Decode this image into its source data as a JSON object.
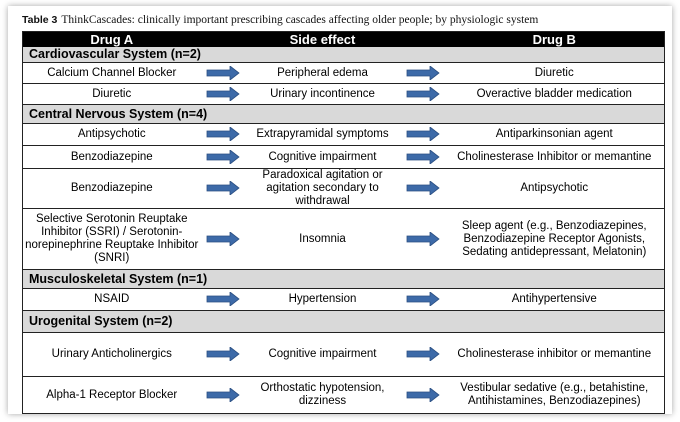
{
  "caption": {
    "label": "Table 3",
    "text": "ThinkCascades: clinically important prescribing cascades affecting older people; by physiologic system"
  },
  "headers": [
    "Drug A",
    "Side effect",
    "Drug B"
  ],
  "arrow_color": "#3d6aa8",
  "sections": [
    {
      "title": "Cardiovascular System (n=2)",
      "rows": [
        {
          "a": "Calcium Channel Blocker",
          "s": "Peripheral edema",
          "b": "Diuretic"
        },
        {
          "a": "Diuretic",
          "s": "Urinary incontinence",
          "b": "Overactive bladder medication"
        }
      ]
    },
    {
      "title": "Central Nervous System (n=4)",
      "rows": [
        {
          "a": "Antipsychotic",
          "s": "Extrapyramidal symptoms",
          "b": "Antiparkinsonian agent"
        },
        {
          "a": "Benzodiazepine",
          "s": "Cognitive impairment",
          "b": "Cholinesterase Inhibitor or memantine"
        },
        {
          "a": "Benzodiazepine",
          "s": "Paradoxical agitation or agitation secondary to withdrawal",
          "b": "Antipsychotic"
        },
        {
          "a": "Selective Serotonin Reuptake Inhibitor (SSRI) / Serotonin-norepinephrine Reuptake Inhibitor (SNRI)",
          "s": "Insomnia",
          "b": "Sleep agent (e.g., Benzodiazepines, Benzodiazepine Receptor Agonists, Sedating antidepressant, Melatonin)"
        }
      ]
    },
    {
      "title": "Musculoskeletal System (n=1)",
      "rows": [
        {
          "a": "NSAID",
          "s": "Hypertension",
          "b": "Antihypertensive"
        }
      ]
    },
    {
      "title": "Urogenital System (n=2)",
      "rows": [
        {
          "a": "Urinary Anticholinergics",
          "s": "Cognitive impairment",
          "b": "Cholinesterase inhibitor or memantine"
        },
        {
          "a": "Alpha-1 Receptor Blocker",
          "s": "Orthostatic hypotension, dizziness",
          "b": "Vestibular sedative (e.g., betahistine, Antihistamines, Benzodiazepines)"
        }
      ]
    }
  ]
}
